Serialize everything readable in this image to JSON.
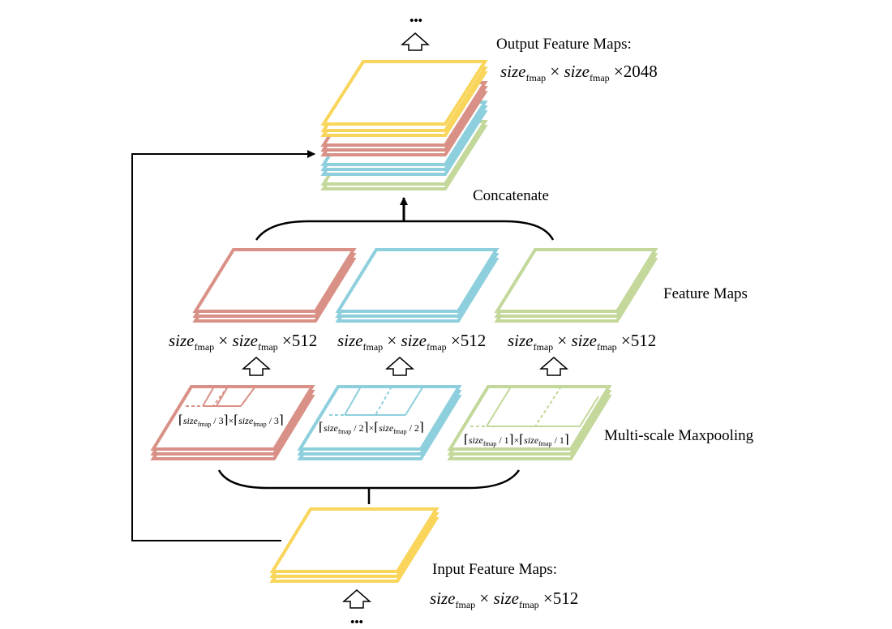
{
  "labels": {
    "output_title": "Output Feature Maps:",
    "concatenate": "Concatenate",
    "feature_maps": "Feature Maps",
    "multiscale": "Multi-scale Maxpooling",
    "input_title": "Input Feature Maps:"
  },
  "ellipsis": "•••",
  "formula": {
    "size": "size",
    "fmap": "fmap",
    "times": "×",
    "d2048": "2048",
    "d512": "512"
  },
  "pool_labels": {
    "div3": "/ 3",
    "div2": "/ 2",
    "div1": "/ 1"
  },
  "colors": {
    "yellow": "#f9d55b",
    "red": "#d99187",
    "blue": "#8ecfdd",
    "green": "#c3d89a"
  }
}
